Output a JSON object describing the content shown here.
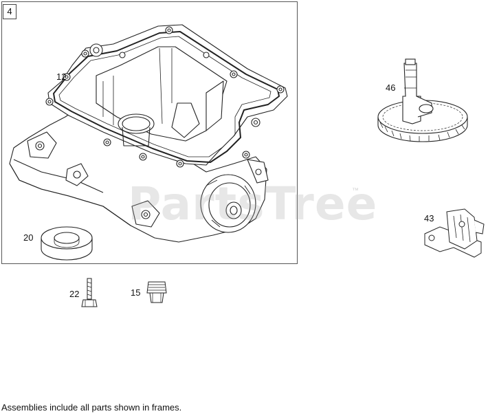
{
  "frame": {
    "number": "4"
  },
  "callouts": {
    "p12": "12",
    "p20": "20",
    "p46": "46",
    "p43": "43",
    "p22": "22",
    "p15": "15"
  },
  "watermark": {
    "text": "PartsTree",
    "trademark": "™"
  },
  "footer": {
    "note": "Assemblies include all parts shown in frames."
  },
  "colors": {
    "line": "#222222",
    "frame": "#555555",
    "watermark": "#aaaaaa"
  }
}
